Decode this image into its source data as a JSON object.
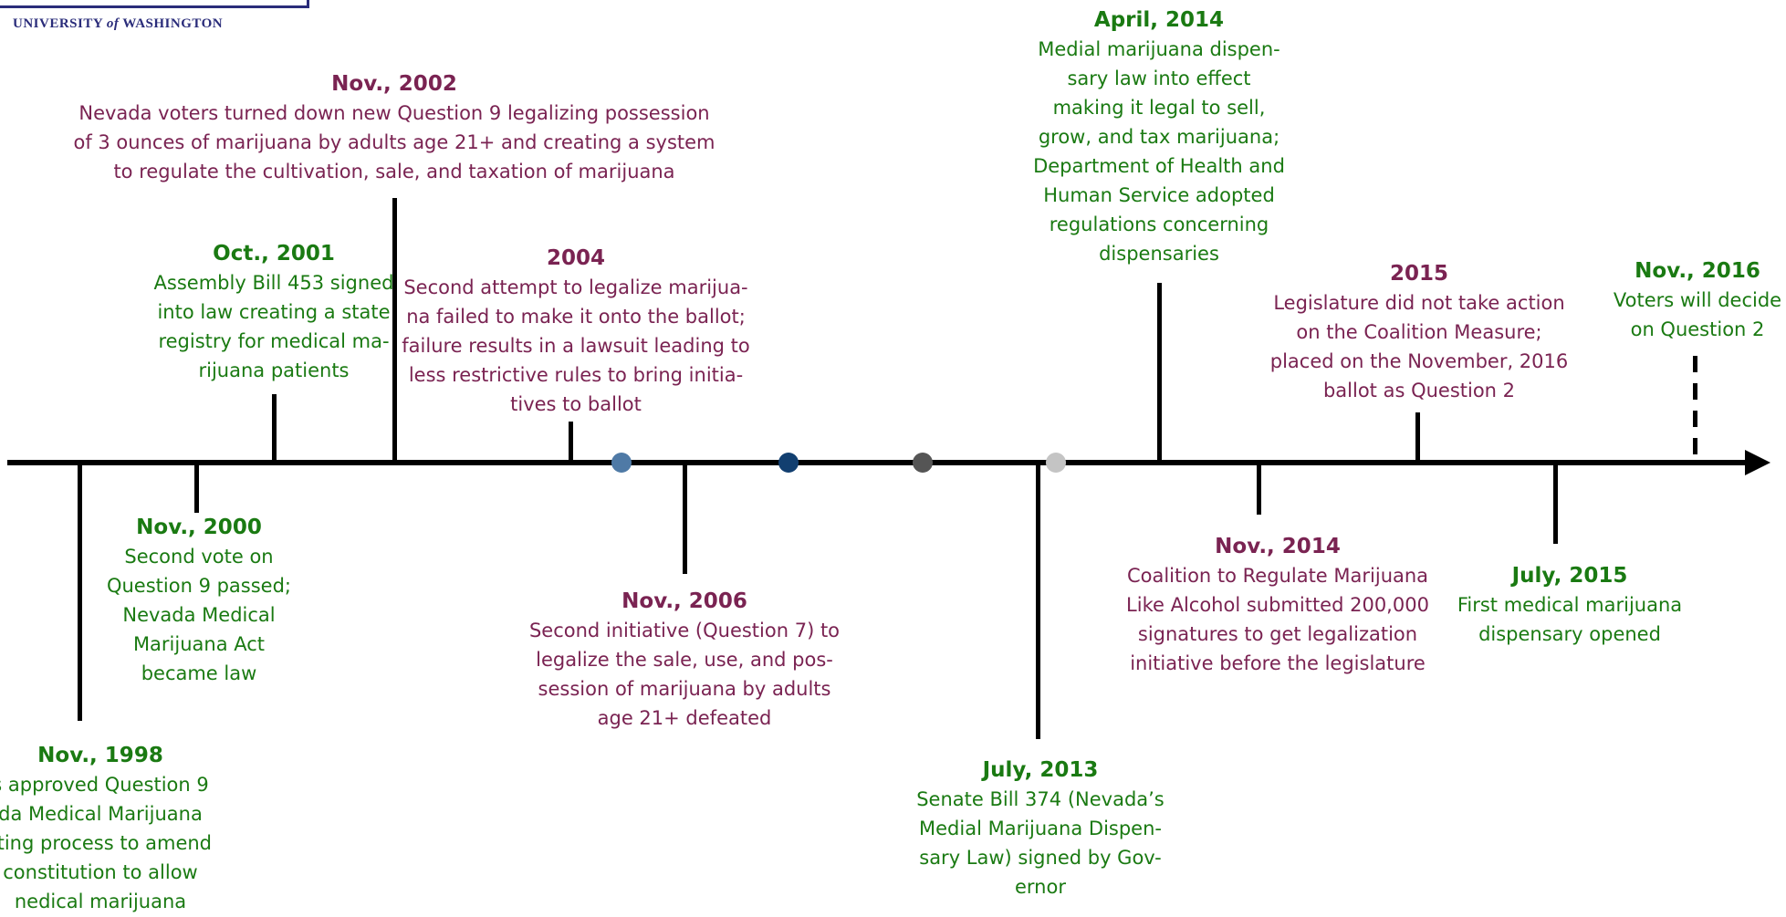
{
  "logo": {
    "org_fragment": "",
    "university": "UNIVERSITY of WASHINGTON"
  },
  "colors": {
    "green": "#1a7a12",
    "purple": "#7a2352",
    "axis": "#000000"
  },
  "events": [
    {
      "id": "nov-1998",
      "date": "Nov., 1998",
      "lines": [
        "s approved Question 9",
        "da Medical Marijuana",
        "rting process to amend",
        "constitution to allow",
        "nedical marijuana"
      ]
    },
    {
      "id": "nov-2000",
      "date": "Nov., 2000",
      "lines": [
        "Second vote on",
        "Question 9 passed;",
        "Nevada Medical",
        "Marijuana Act",
        "became law"
      ]
    },
    {
      "id": "oct-2001",
      "date": "Oct., 2001",
      "lines": [
        "Assembly Bill 453 signed",
        "into law creating a state",
        "registry for medical ma-",
        "rijuana patients"
      ]
    },
    {
      "id": "nov-2002",
      "date": "Nov., 2002",
      "lines": [
        "Nevada voters turned down new Question 9 legalizing possession",
        "of 3 ounces of marijuana by adults age 21+ and creating a system",
        "to regulate the cultivation, sale, and taxation of marijuana"
      ]
    },
    {
      "id": "yr-2004",
      "date": "2004",
      "lines": [
        "Second attempt to legalize marijua-",
        "na failed to make it onto the ballot;",
        "failure results in a lawsuit leading to",
        "less restrictive rules to bring initia-",
        "tives to ballot"
      ]
    },
    {
      "id": "nov-2006",
      "date": "Nov., 2006",
      "lines": [
        "Second initiative (Question 7) to",
        "legalize the sale, use, and pos-",
        "session of marijuana  by adults",
        "age 21+ defeated"
      ]
    },
    {
      "id": "jul-2013",
      "date": "July, 2013",
      "lines": [
        "Senate Bill 374 (Nevada’s",
        "Medial Marijuana Dispen-",
        "sary Law) signed by Gov-",
        "ernor"
      ]
    },
    {
      "id": "apr-2014",
      "date": "April, 2014",
      "lines": [
        "Medial marijuana dispen-",
        "sary law into effect",
        "making it legal to sell,",
        "grow, and tax marijuana;",
        "Department of Health and",
        "Human Service adopted",
        "regulations concerning",
        "dispensaries"
      ]
    },
    {
      "id": "nov-2014",
      "date": "Nov., 2014",
      "lines": [
        "Coalition to Regulate Marijuana",
        "Like Alcohol submitted 200,000",
        "signatures to get legalization",
        "initiative before the legislature"
      ]
    },
    {
      "id": "yr-2015",
      "date": "2015",
      "lines": [
        "Legislature did not take action",
        "on the Coalition Measure;",
        "placed on the November, 2016",
        "ballot as Question 2"
      ]
    },
    {
      "id": "jul-2015",
      "date": "July, 2015",
      "lines": [
        "First medical marijuana",
        "dispensary opened"
      ]
    },
    {
      "id": "nov-2016",
      "date": "Nov., 2016",
      "lines": [
        "Voters will decide",
        "on Question 2"
      ]
    }
  ],
  "markers": [
    {
      "id": "dot-1",
      "color": "#4f7aa6"
    },
    {
      "id": "dot-2",
      "color": "#123f70"
    },
    {
      "id": "dot-3",
      "color": "#555555"
    },
    {
      "id": "dot-4",
      "color": "#c4c4c4"
    }
  ]
}
